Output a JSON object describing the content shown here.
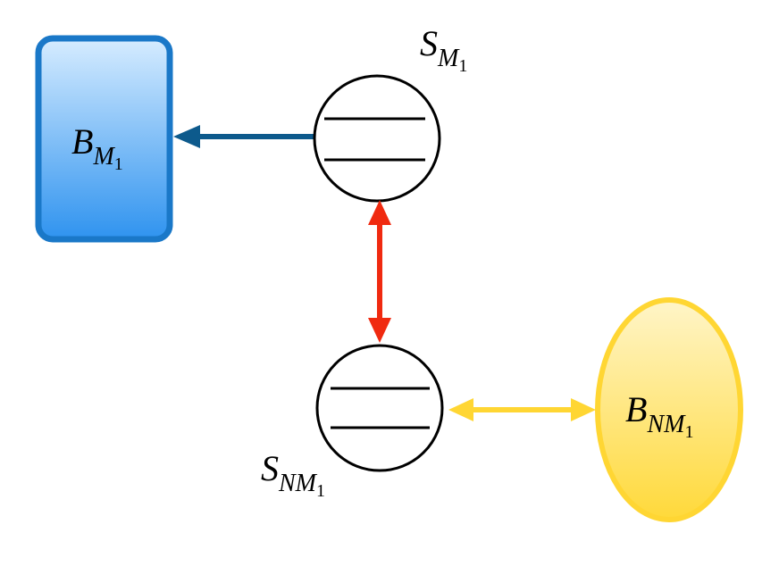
{
  "diagram": {
    "nodes": {
      "bath_m": {
        "label": {
          "base": "B",
          "sub": "M",
          "subsub": "1"
        }
      },
      "system_m": {
        "label": {
          "base": "S",
          "sub": "M",
          "subsub": "1"
        }
      },
      "system_nm": {
        "label": {
          "base": "S",
          "sub": "NM",
          "subsub": "1"
        }
      },
      "bath_nm": {
        "label": {
          "base": "B",
          "sub": "NM",
          "subsub": "1"
        }
      }
    },
    "colors": {
      "bath_m_fill_top": "#d6ecff",
      "bath_m_fill_bottom": "#2f93ef",
      "bath_m_stroke": "#1a78c8",
      "bath_nm_fill_top": "#fff5c8",
      "bath_nm_fill_bottom": "#ffd93a",
      "bath_nm_stroke": "#ffd633",
      "arrow_bath_m": "#0d5a8c",
      "arrow_systems": "#f02a10",
      "arrow_bath_nm": "#ffd633",
      "system_stroke": "#000000"
    },
    "edges": [
      {
        "from": "system_m",
        "to": "bath_m",
        "direction": "one-way"
      },
      {
        "from": "system_m",
        "to": "system_nm",
        "direction": "two-way"
      },
      {
        "from": "system_nm",
        "to": "bath_nm",
        "direction": "two-way"
      }
    ]
  }
}
